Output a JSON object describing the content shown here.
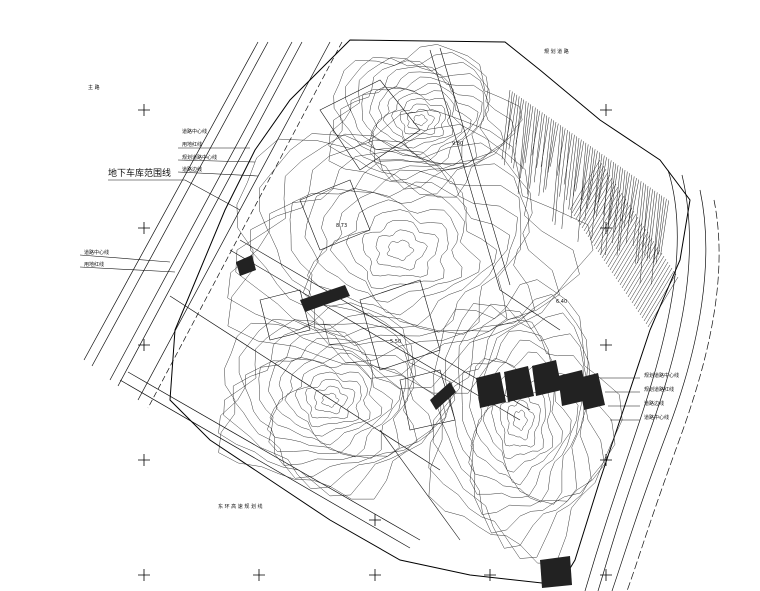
{
  "drawing": {
    "labels": {
      "underground_garage_boundary": "地下车库范围线",
      "east_note": "規 划 道 路",
      "west_note": "主 路",
      "south_note": "东 环 高 速 规 划 线"
    },
    "road_notes": {
      "r1": "道路中心线",
      "r2": "用地红线",
      "r3": "规划道路中心线",
      "r4": "道路边线",
      "r5": "道路中心线",
      "r6": "用地红线",
      "r7": "规划道路中心线",
      "r8": "规划道路红线",
      "r9": "道路边线",
      "r10": "道路中心线"
    },
    "spot_labels": {
      "a": "8.73",
      "b": "5.50",
      "c": "9.80",
      "d": "6.40"
    }
  }
}
